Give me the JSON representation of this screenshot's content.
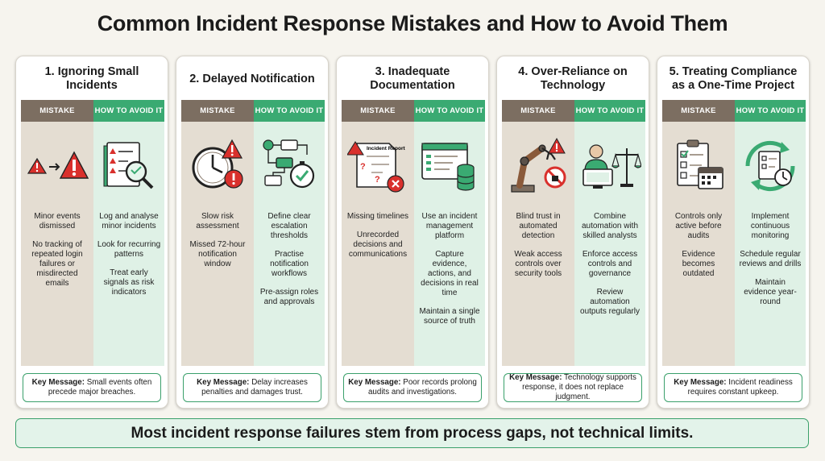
{
  "title": "Common Incident Response Mistakes and How to Avoid Them",
  "column_headers": {
    "mistake": "MISTAKE",
    "avoid": "HOW TO AVOID IT"
  },
  "key_label": "Key Message:",
  "colors": {
    "mistake_header": "#7c6e61",
    "avoid_header": "#3aaa72",
    "mistake_bg": "#e4ddd2",
    "avoid_bg": "#dff1e6",
    "alert_red": "#d9302c"
  },
  "cards": [
    {
      "title": "1. Ignoring Small Incidents",
      "mistake_icon": "warning-to-alert-icon",
      "avoid_icon": "checklist-magnifier-icon",
      "mistakes": [
        "Minor events dismissed",
        "No tracking of repeated login failures or misdirected emails"
      ],
      "avoid": [
        "Log and analyse minor incidents",
        "Look for recurring patterns",
        "Treat early signals as risk indicators"
      ],
      "key_message": "Small events often precede major breaches."
    },
    {
      "title": "2. Delayed Notification",
      "mistake_icon": "clock-alert-icon",
      "avoid_icon": "escalation-flow-icon",
      "mistakes": [
        "Slow risk assessment",
        "Missed 72-hour notification window"
      ],
      "avoid": [
        "Define clear escalation thresholds",
        "Practise notification workflows",
        "Pre-assign roles and approvals"
      ],
      "key_message": "Delay increases penalties and damages trust."
    },
    {
      "title": "3. Inadequate Documentation",
      "mistake_icon": "incident-report-icon",
      "mistake_icon_text": "Incident Report",
      "avoid_icon": "platform-database-icon",
      "mistakes": [
        "Missing timelines",
        "Unrecorded decisions and communications"
      ],
      "avoid": [
        "Use an incident management platform",
        "Capture evidence, actions, and decisions in real time",
        "Maintain a single source of truth"
      ],
      "key_message": "Poor records prolong audits and investigations."
    },
    {
      "title": "4. Over-Reliance on Technology",
      "mistake_icon": "robot-arm-icon",
      "avoid_icon": "analyst-scales-icon",
      "mistakes": [
        "Blind trust in automated detection",
        "Weak access controls over security tools"
      ],
      "avoid": [
        "Combine automation with skilled analysts",
        "Enforce access controls and governance",
        "Review automation outputs regularly"
      ],
      "key_message": "Technology supports response, it does not replace judgment."
    },
    {
      "title": "5. Treating Compliance as a One-Time Project",
      "mistake_icon": "checklist-calendar-icon",
      "avoid_icon": "continuous-cycle-icon",
      "mistakes": [
        "Controls only active before audits",
        "Evidence becomes outdated"
      ],
      "avoid": [
        "Implement continuous monitoring",
        "Schedule regular reviews and drills",
        "Maintain evidence year-round"
      ],
      "key_message": "Incident readiness requires constant upkeep."
    }
  ],
  "bottom_message": "Most incident response failures stem from process gaps, not technical limits."
}
